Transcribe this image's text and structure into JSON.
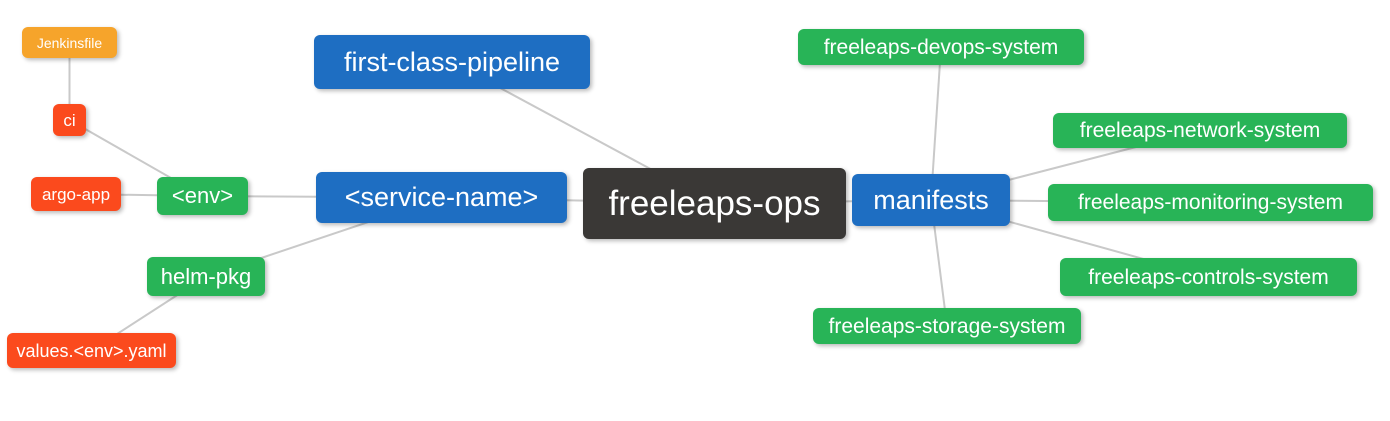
{
  "diagram": {
    "title": "freeleaps-ops mind map",
    "colors": {
      "background": "#ffffff",
      "text": "#ffffff",
      "edge": "#c9c9c9",
      "root": "#3a3836",
      "level1": "#1e6ec2",
      "level2": "#28b457",
      "level3": "#fb4a1d",
      "level4": "#f6a42b"
    },
    "nodes": [
      {
        "id": "jenkinsfile",
        "label": "Jenkinsfile",
        "level": "level4"
      },
      {
        "id": "ci",
        "label": "ci",
        "level": "level3"
      },
      {
        "id": "argo-app",
        "label": "argo-app",
        "level": "level3"
      },
      {
        "id": "env",
        "label": "<env>",
        "level": "level2"
      },
      {
        "id": "helm-pkg",
        "label": "helm-pkg",
        "level": "level2"
      },
      {
        "id": "values-env-yaml",
        "label": "values.<env>.yaml",
        "level": "level3"
      },
      {
        "id": "first-class-pipeline",
        "label": "first-class-pipeline",
        "level": "level1"
      },
      {
        "id": "service-name",
        "label": "<service-name>",
        "level": "level1"
      },
      {
        "id": "freeleaps-ops",
        "label": "freeleaps-ops",
        "level": "root"
      },
      {
        "id": "manifests",
        "label": "manifests",
        "level": "level1"
      },
      {
        "id": "devops-system",
        "label": "freeleaps-devops-system",
        "level": "level2"
      },
      {
        "id": "network-system",
        "label": "freeleaps-network-system",
        "level": "level2"
      },
      {
        "id": "monitoring-system",
        "label": "freeleaps-monitoring-system",
        "level": "level2"
      },
      {
        "id": "controls-system",
        "label": "freeleaps-controls-system",
        "level": "level2"
      },
      {
        "id": "storage-system",
        "label": "freeleaps-storage-system",
        "level": "level2"
      }
    ],
    "edges": [
      [
        "jenkinsfile",
        "ci"
      ],
      [
        "ci",
        "env"
      ],
      [
        "argo-app",
        "env"
      ],
      [
        "env",
        "service-name"
      ],
      [
        "helm-pkg",
        "service-name"
      ],
      [
        "values-env-yaml",
        "helm-pkg"
      ],
      [
        "first-class-pipeline",
        "freeleaps-ops"
      ],
      [
        "service-name",
        "freeleaps-ops"
      ],
      [
        "freeleaps-ops",
        "manifests"
      ],
      [
        "manifests",
        "devops-system"
      ],
      [
        "manifests",
        "network-system"
      ],
      [
        "manifests",
        "monitoring-system"
      ],
      [
        "manifests",
        "controls-system"
      ],
      [
        "manifests",
        "storage-system"
      ]
    ]
  }
}
